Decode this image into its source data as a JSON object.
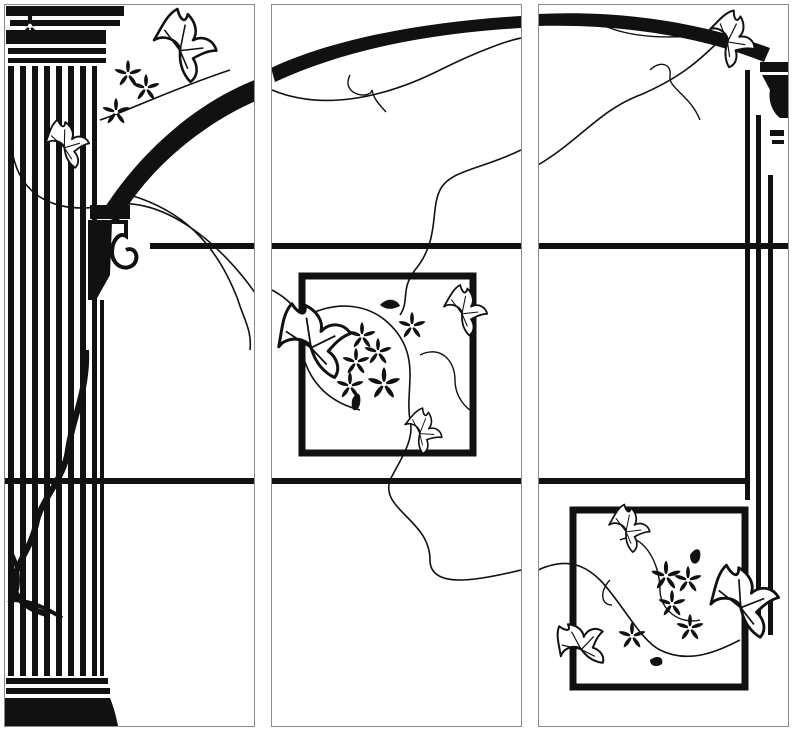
{
  "artwork": {
    "panel_count": 3,
    "palette": {
      "ink": "#111111",
      "paper": "#ffffff",
      "frame": "#8a8a8a"
    },
    "motifs": [
      "fluted-column",
      "arch",
      "window-grid",
      "square-frame",
      "ivy-vine",
      "ivy-leaf",
      "flower"
    ]
  }
}
